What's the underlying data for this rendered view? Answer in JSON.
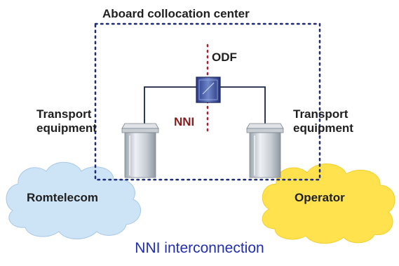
{
  "diagram": {
    "title": "Aboard collocation center",
    "odf_label": "ODF",
    "nni_label": "NNI",
    "left_equipment_label_1": "Transport",
    "left_equipment_label_2": "equipment",
    "right_equipment_label_1": "Transport",
    "right_equipment_label_2": "equipment",
    "left_cloud_label": "Romtelecom",
    "right_cloud_label": "Operator"
  },
  "caption": "NNI interconnection",
  "colors": {
    "left_cloud": "#cde3f6",
    "right_cloud": "#ffe24d",
    "dotted_border": "#1e2a78",
    "nni_line": "#b01e2e",
    "caption": "#1f2fb0"
  }
}
